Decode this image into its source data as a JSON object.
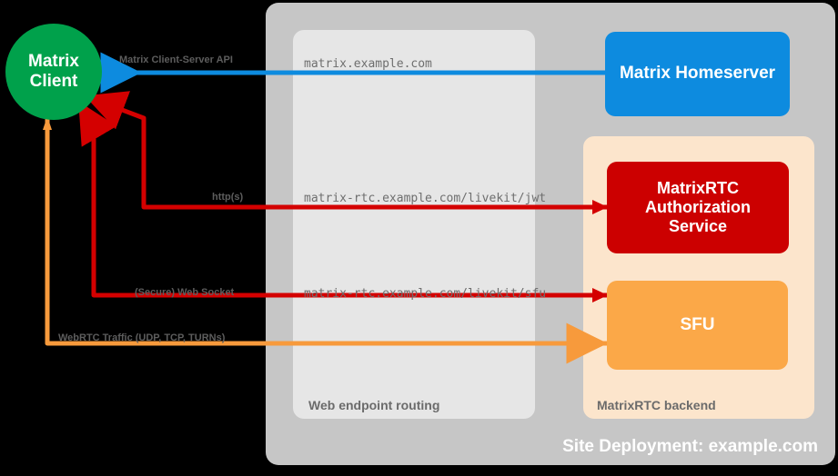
{
  "nodes": {
    "client": "Matrix\nClient",
    "client_line1": "Matrix",
    "client_line2": "Client",
    "homeserver": "Matrix Homeserver",
    "auth_line1": "MatrixRTC",
    "auth_line2": "Authorization",
    "auth_line3": "Service",
    "sfu": "SFU"
  },
  "panels": {
    "site_label": "Site Deployment: example.com",
    "routing_label": "Web endpoint routing",
    "backend_label": "MatrixRTC backend"
  },
  "endpoints": {
    "matrix": "matrix.example.com",
    "jwt": "matrix-rtc.example.com/livekit/jwt",
    "sfu": "matrix-rtc.example.com/livekit/sfu"
  },
  "links": {
    "cs_api": "Matrix Client-Server API",
    "https": "http(s)",
    "websocket": "(Secure) Web Socket",
    "webrtc": "WebRTC Traffic (UDP, TCP, TURNs)"
  },
  "colors": {
    "client_green": "#00a14b",
    "homeserver_blue": "#0d8bdf",
    "auth_red": "#cc0000",
    "sfu_orange": "#fba848",
    "site_panel_gray": "#c6c6c6",
    "routing_panel_gray": "#e6e6e6",
    "backend_panel_cream": "#fce5cc",
    "background": "#000000",
    "label_gray": "#5d5d5d"
  }
}
